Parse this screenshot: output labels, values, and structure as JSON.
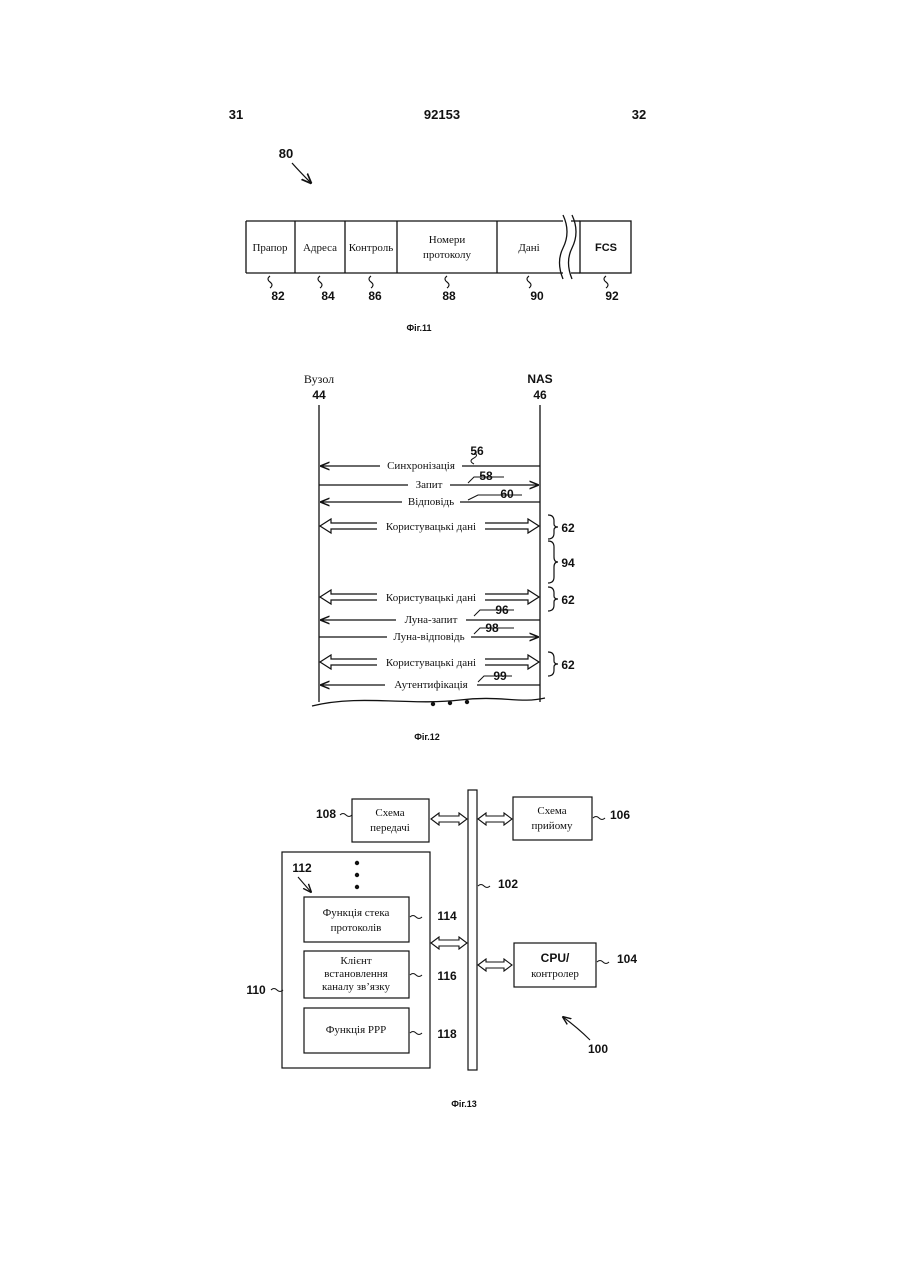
{
  "header": {
    "left_page": "31",
    "patent_number": "92153",
    "right_page": "32"
  },
  "fig11": {
    "ref_frame": "80",
    "fields": [
      {
        "label": "Прапор",
        "ref": "82"
      },
      {
        "label": "Адреса",
        "ref": "84"
      },
      {
        "label": "Контроль",
        "ref": "86"
      },
      {
        "label_line1": "Номери",
        "label_line2": "протоколу",
        "ref": "88"
      },
      {
        "label": "Дані",
        "ref": "90"
      },
      {
        "label": "FCS",
        "ref": "92"
      }
    ],
    "caption": "Фіг.11"
  },
  "fig12": {
    "left_title": "Вузол",
    "left_ref": "44",
    "right_title": "NAS",
    "right_ref": "46",
    "messages": [
      {
        "label": "Синхронізація",
        "ref": "56"
      },
      {
        "label": "Запит",
        "ref": "58"
      },
      {
        "label": "Відповідь",
        "ref": "60"
      },
      {
        "label": "Користувацькі дані",
        "ref": "62"
      },
      {
        "label": "Користувацькі дані",
        "ref": "62"
      },
      {
        "label": "Луна-запит",
        "ref": "96"
      },
      {
        "label": "Луна-відповідь",
        "ref": "98"
      },
      {
        "label": "Користувацькі дані",
        "ref": "62"
      },
      {
        "label": "Аутентифікація",
        "ref": "99"
      }
    ],
    "ref_interval": "94",
    "caption": "Фіг.12"
  },
  "fig13": {
    "tx_line1": "Схема",
    "tx_line2": "передачі",
    "tx_ref": "108",
    "rx_line1": "Схема",
    "rx_line2": "прийому",
    "rx_ref": "106",
    "bus_ref": "102",
    "memory_ref": "110",
    "stack_ref": "112",
    "proto_line1": "Функція стека",
    "proto_line2": "протоколів",
    "proto_ref": "114",
    "client_line1": "Клієнт",
    "client_line2": "встановлення",
    "client_line3": "каналу зв’язку",
    "client_ref": "116",
    "ppp_label": "Функція PPP",
    "ppp_ref": "118",
    "cpu_line1": "CPU/",
    "cpu_line2": "контролер",
    "cpu_ref": "104",
    "device_ref": "100",
    "caption": "Фіг.13"
  }
}
